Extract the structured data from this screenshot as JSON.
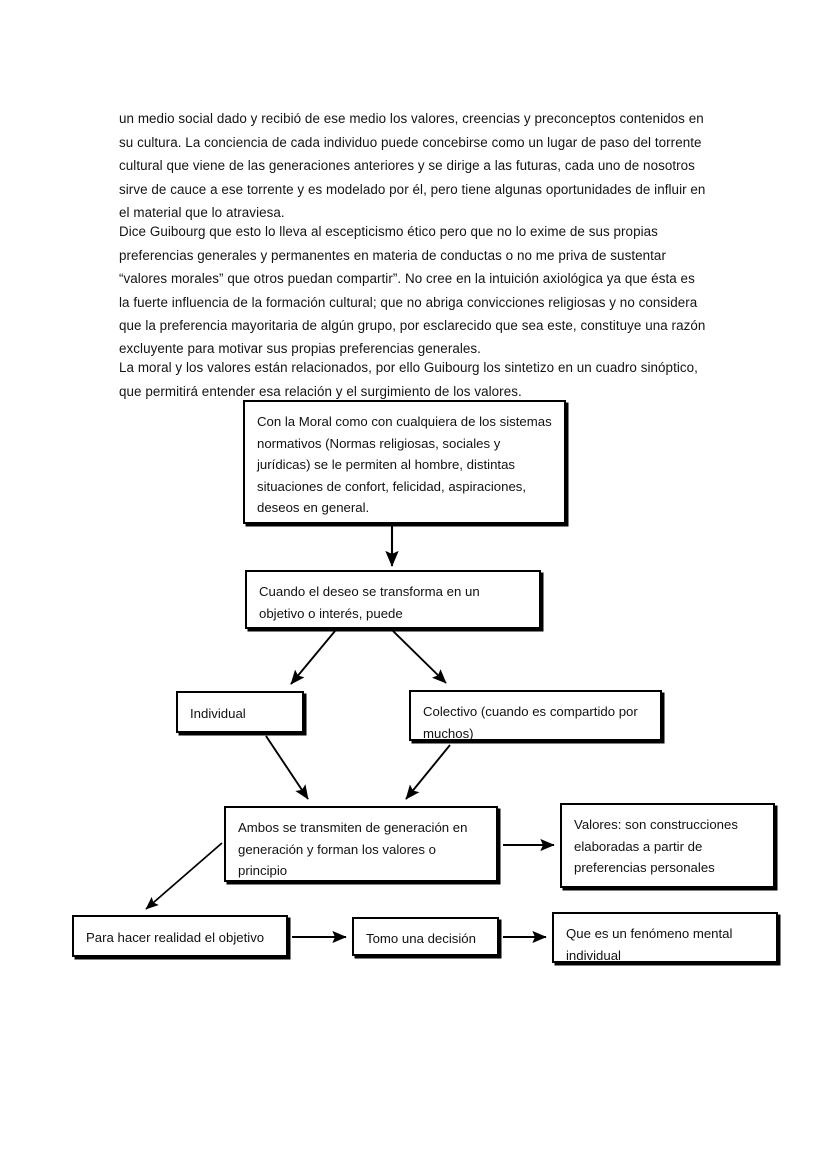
{
  "document": {
    "paragraphs": [
      "un medio social dado y recibió de ese medio los valores, creencias y preconceptos contenidos en su cultura. La conciencia de cada individuo puede concebirse como un lugar de paso del torrente cultural que viene de las generaciones anteriores y se dirige a las futuras, cada uno de nosotros sirve de cauce a ese torrente y es modelado por él, pero tiene algunas oportunidades de influir en el material que lo atraviesa.",
      "Dice Guibourg que esto lo lleva al escepticismo ético pero que no lo exime de sus propias preferencias generales y permanentes en materia de conductas o no me priva de sustentar “valores morales” que otros puedan compartir”. No cree en la intuición axiológica ya que ésta es la fuerte influencia de la formación cultural; que no abriga convicciones religiosas y no considera que la preferencia mayoritaria de algún grupo, por esclarecido que sea este, constituye una razón excluyente para motivar sus propias preferencias generales.",
      "La moral y los valores están relacionados, por ello Guibourg los sintetizo en un cuadro sinóptico, que permitirá entender esa relación y el surgimiento de los valores."
    ]
  },
  "flowchart": {
    "nodes": {
      "moral": "Con la Moral como con cualquiera de los sistemas normativos (Normas religiosas, sociales y jurídicas) se le permiten al hombre, distintas situaciones de confort, felicidad, aspiraciones, deseos en general.",
      "deseo": "Cuando el deseo se transforma en un objetivo o interés, puede",
      "individual": "Individual",
      "colectivo": "Colectivo (cuando es compartido por muchos)",
      "ambos": "Ambos se transmiten de generación en generación y forman los valores o principio",
      "valores": "Valores: son construcciones elaboradas a partir de preferencias personales",
      "para_hacer": "Para hacer realidad el objetivo",
      "tomo": "Tomo una decisión",
      "fenomeno": "Que es un fenómeno mental individual"
    },
    "edges": [
      {
        "name": "moral-to-deseo",
        "from": "moral",
        "to": "deseo",
        "style": "straight-down"
      },
      {
        "name": "deseo-to-individual",
        "from": "deseo",
        "to": "individual",
        "style": "diagonal-left"
      },
      {
        "name": "deseo-to-colectivo",
        "from": "deseo",
        "to": "colectivo",
        "style": "diagonal-right"
      },
      {
        "name": "individual-to-ambos",
        "from": "individual",
        "to": "ambos",
        "style": "diagonal-right"
      },
      {
        "name": "colectivo-to-ambos",
        "from": "colectivo",
        "to": "ambos",
        "style": "diagonal-left"
      },
      {
        "name": "ambos-to-valores",
        "from": "ambos",
        "to": "valores",
        "style": "straight-right"
      },
      {
        "name": "ambos-to-para-hacer",
        "from": "ambos",
        "to": "para_hacer",
        "style": "diagonal-left"
      },
      {
        "name": "para-hacer-to-tomo",
        "from": "para_hacer",
        "to": "tomo",
        "style": "straight-right"
      },
      {
        "name": "tomo-to-fenomeno",
        "from": "tomo",
        "to": "fenomeno",
        "style": "straight-right"
      }
    ]
  },
  "colors": {
    "page_background": "#ffffff",
    "text": "#131313",
    "box_border": "#000000",
    "arrow": "#000000"
  }
}
